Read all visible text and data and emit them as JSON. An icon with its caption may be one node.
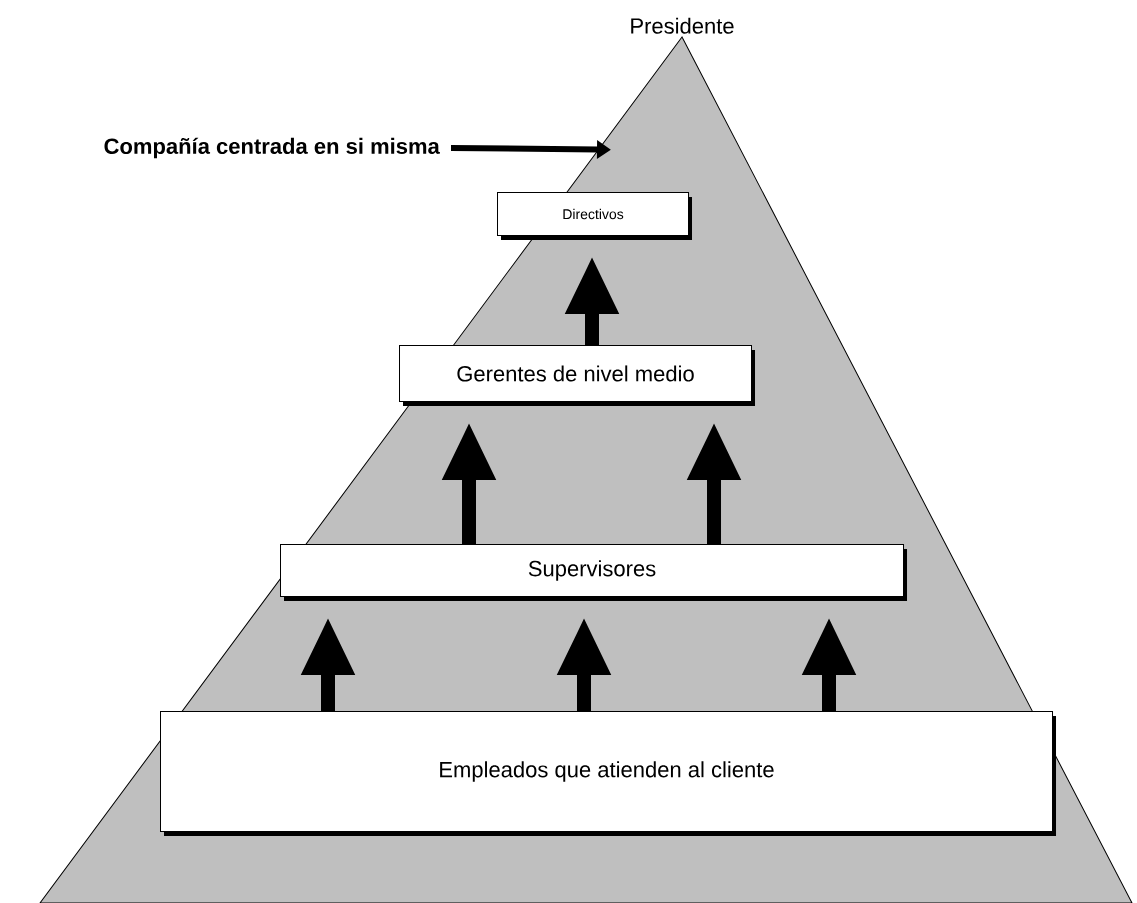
{
  "diagram": {
    "nodes": [
      {
        "text": [
          "Presidente"
        ]
      },
      {
        "text": [
          "Directivos"
        ],
        "in": 0
      },
      {
        "text": [
          "Gerentes de nivel medio"
        ],
        "in": 0
      },
      {
        "text": [
          "Supervisores"
        ],
        "in": 0
      },
      {
        "text": [
          "Empleados que atienden al cliente"
        ],
        "in": 0
      },
      {
        "text": [
          "Compañía centrada en si misma"
        ]
      }
    ],
    "edges": [
      {
        "from": 5,
        "to": 0,
        "arrow": "to"
      },
      {
        "from": 2,
        "to": 1,
        "arrow": "to"
      },
      {
        "from": 3,
        "to": 2,
        "arrow": "to"
      },
      {
        "from": 3,
        "to": 2,
        "arrow": "to"
      },
      {
        "from": 4,
        "to": 3,
        "arrow": "to"
      },
      {
        "from": 4,
        "to": 3,
        "arrow": "to"
      },
      {
        "from": 4,
        "to": 3,
        "arrow": "to"
      }
    ]
  }
}
